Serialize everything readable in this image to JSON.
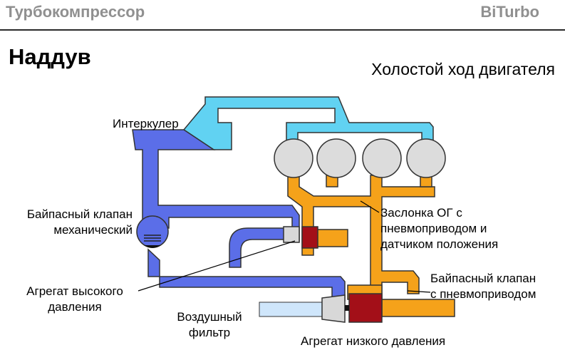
{
  "header": {
    "left": "Турбокомпрессор",
    "right": "BiTurbo"
  },
  "slide": {
    "title": "Наддув",
    "subtitle": "Холостой ход двигателя"
  },
  "labels": {
    "intercooler": "Интеркулер",
    "bypass_mech_line1": "Байпасный клапан",
    "bypass_mech_line2": "механический",
    "hp_unit_line1": "Агрегат высокого",
    "hp_unit_line2": "давления",
    "air_filter_line1": "Воздушный",
    "air_filter_line2": "фильтр",
    "lp_unit": "Агрегат низкого давления",
    "exhaust_flap_line1": "Заслонка ОГ с",
    "exhaust_flap_line2": "пневмоприводом и",
    "exhaust_flap_line3": "датчиком положения",
    "bypass_pneu_line1": "Байпасный клапан",
    "bypass_pneu_line2": "с пневмоприводом"
  },
  "colors": {
    "charge_air": "#5b6ee8",
    "intercooler_air": "#61d2f2",
    "exhaust": "#f5a21a",
    "turbine": "#a30f18",
    "cylinder": "#dcdcdc",
    "outline": "#333333",
    "filter": "#cfe6fb",
    "compressor": "#d8d8d8"
  }
}
